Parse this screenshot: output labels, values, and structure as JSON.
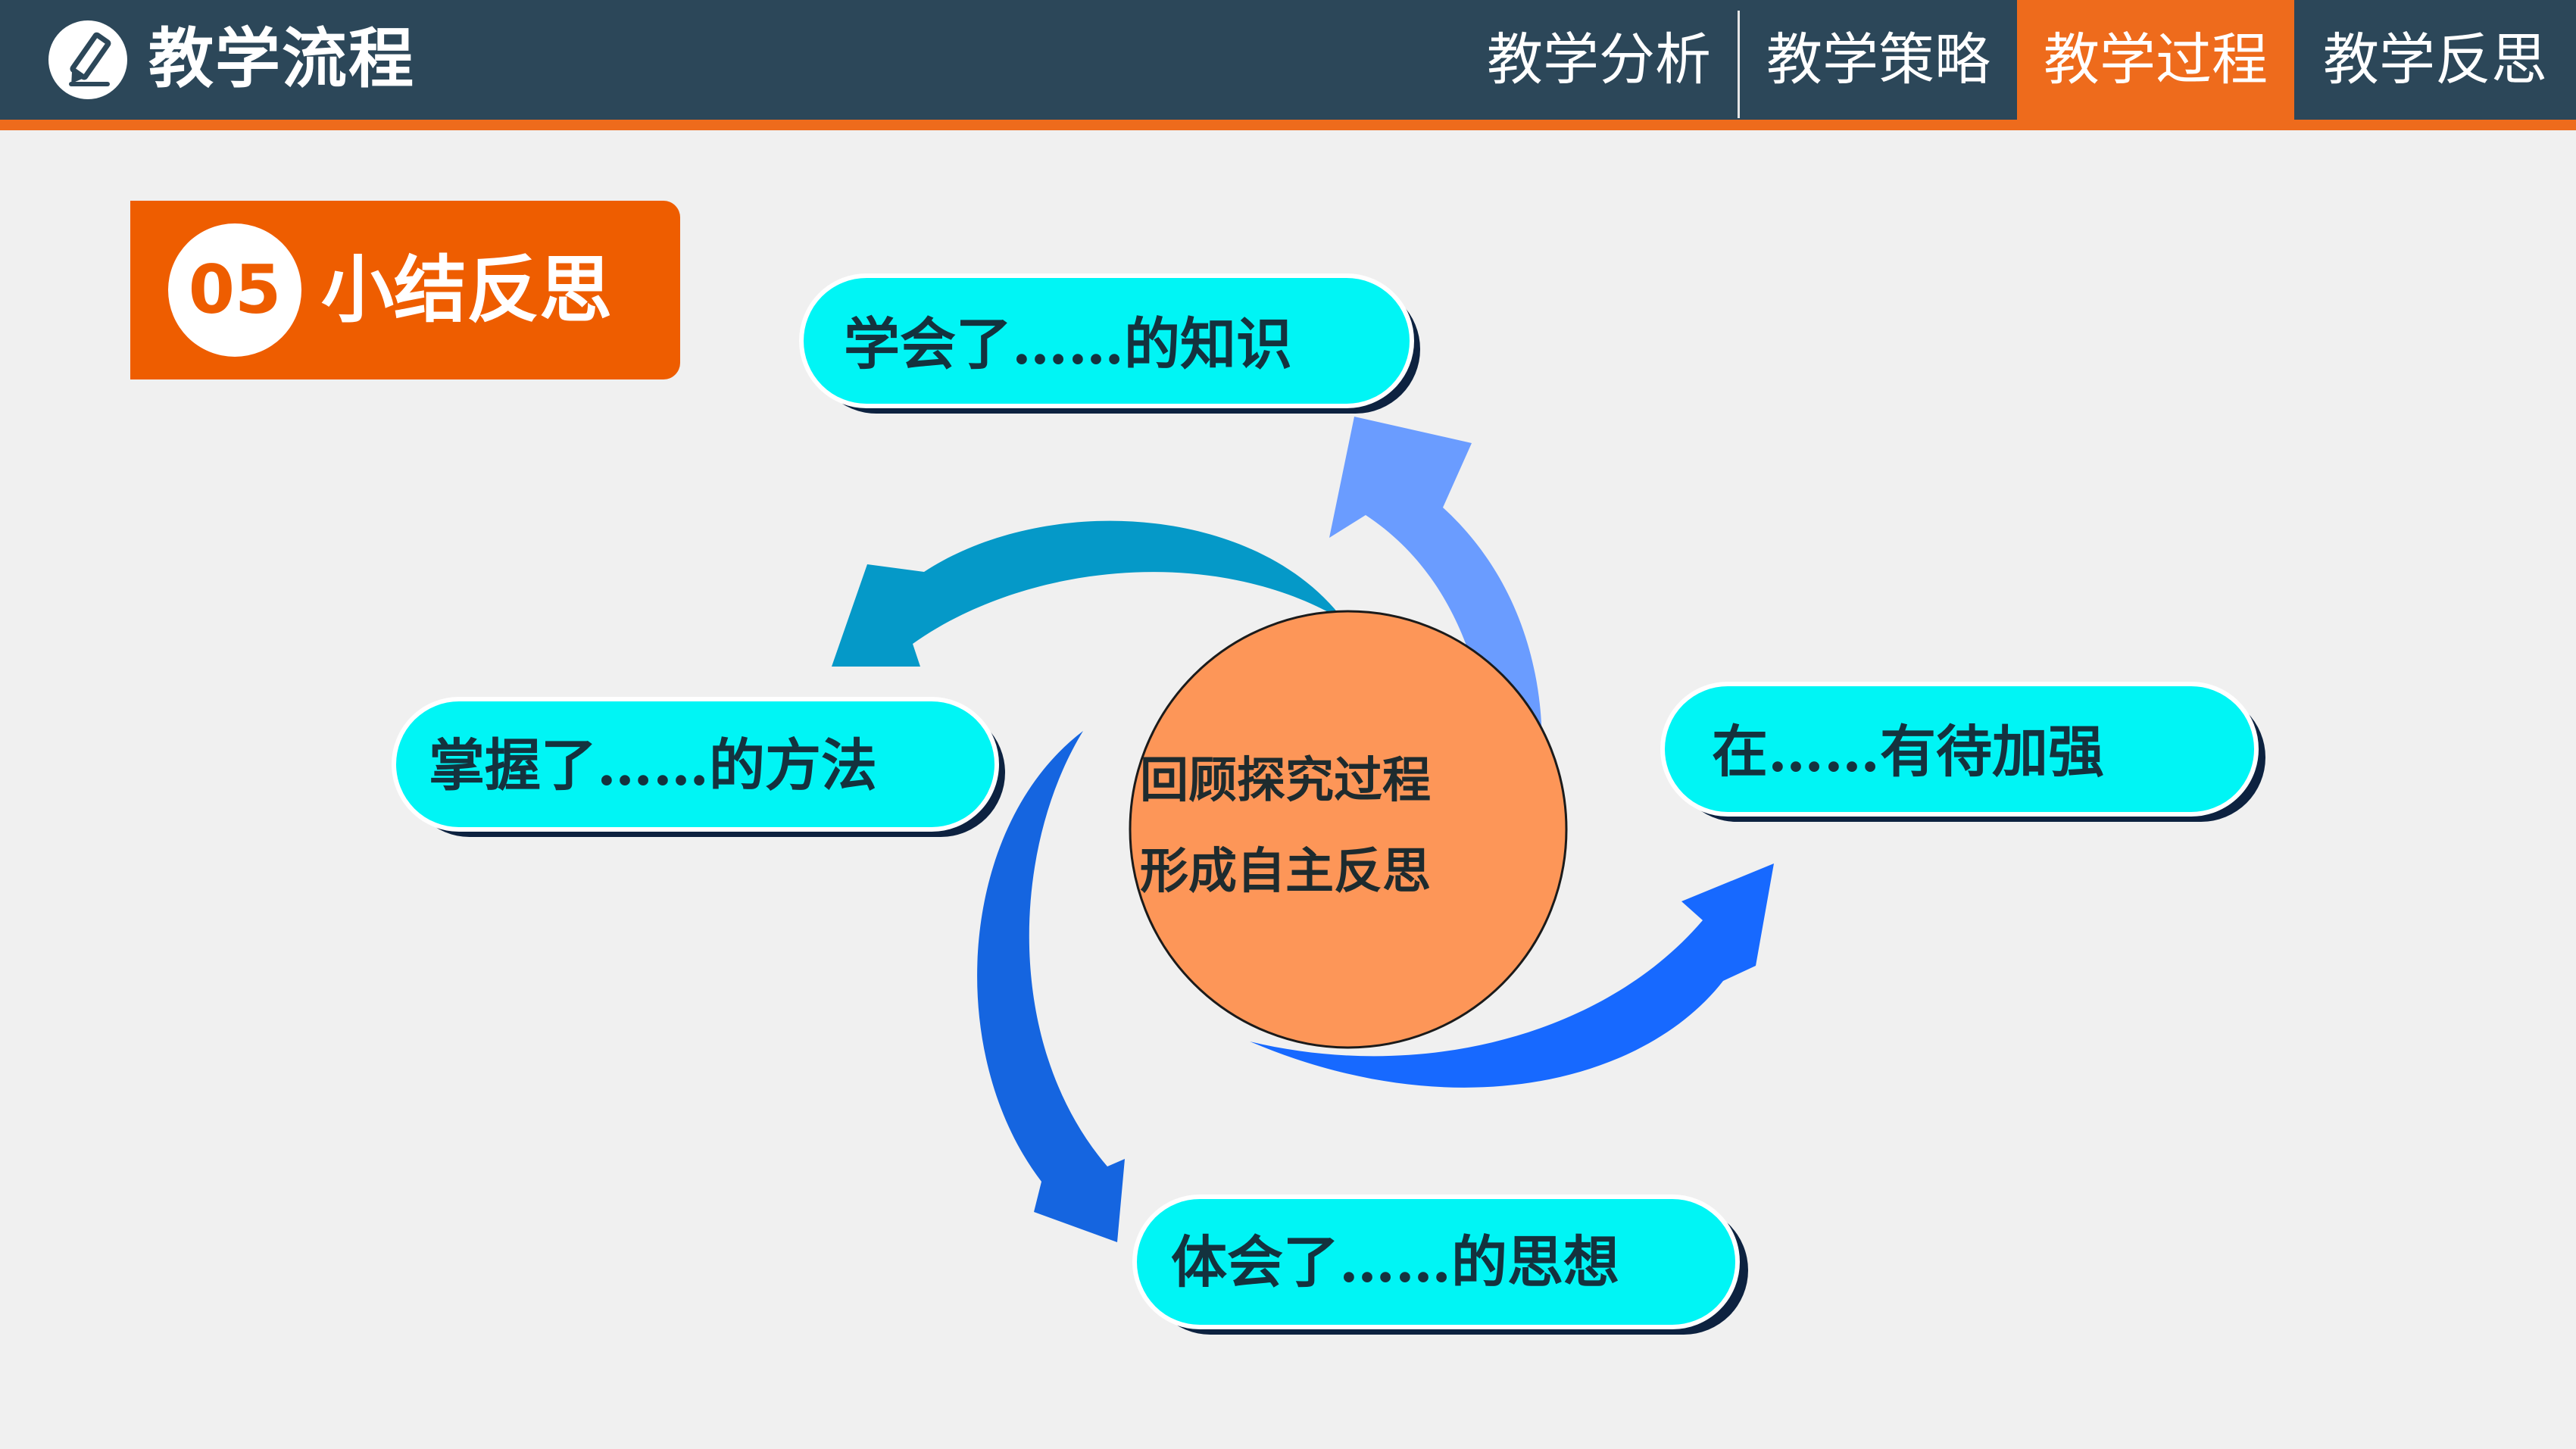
{
  "header": {
    "title": "教学流程",
    "logo_icon": "pencil-icon",
    "tabs": [
      {
        "label": "教学分析",
        "active": false
      },
      {
        "label": "教学策略",
        "active": false
      },
      {
        "label": "教学过程",
        "active": true
      },
      {
        "label": "教学反思",
        "active": false
      }
    ]
  },
  "section": {
    "number": "05",
    "label": "小结反思"
  },
  "center": {
    "line1": "回顾探究过程",
    "line2": "形成自主反思"
  },
  "outcomes": [
    {
      "text": "学会了……的知识"
    },
    {
      "text": "在……有待加强"
    },
    {
      "text": "体会了……的思想"
    },
    {
      "text": "掌握了……的方法"
    }
  ],
  "colors": {
    "header_bg": "#2c4759",
    "accent": "#ee6b1c",
    "pill_fill": "#00f5f5",
    "center_fill": "#fd9658"
  }
}
